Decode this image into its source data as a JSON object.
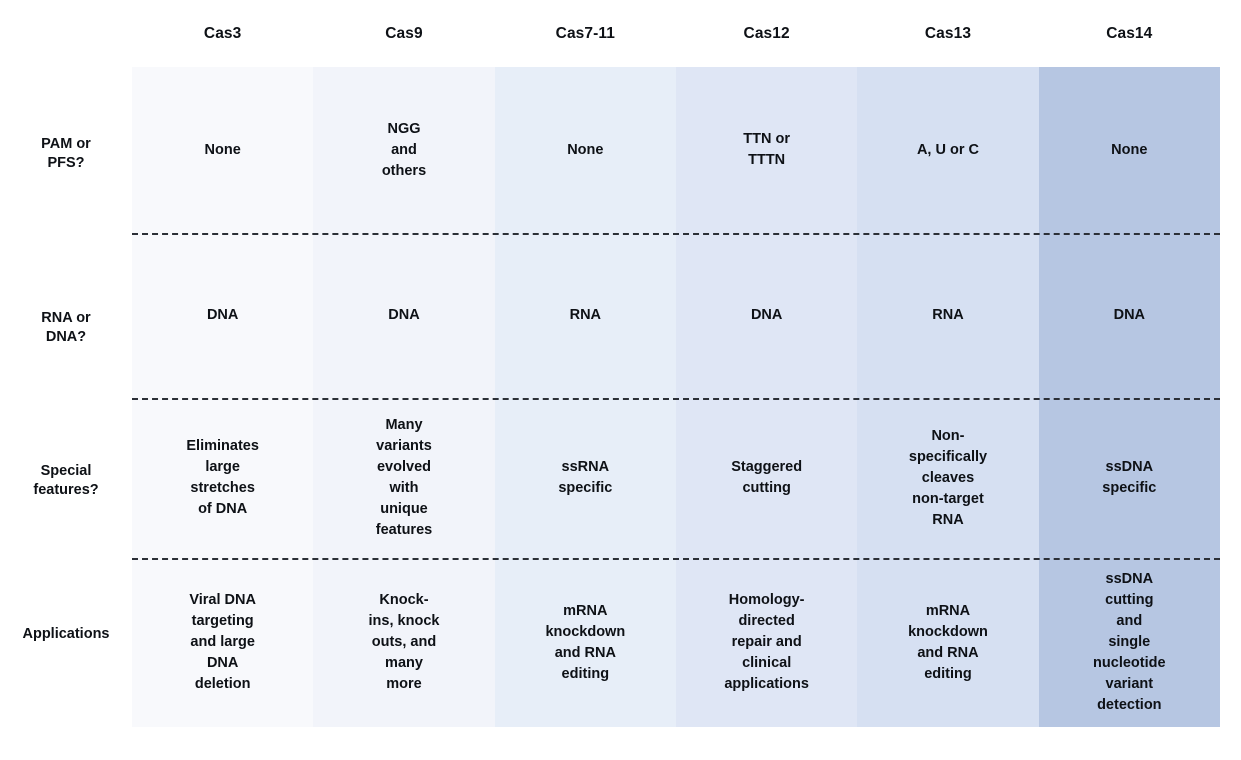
{
  "table": {
    "columns": [
      {
        "label": "Cas3",
        "color": "#f8f9fc"
      },
      {
        "label": "Cas9",
        "color": "#f2f4fa"
      },
      {
        "label": "Cas7-11",
        "color": "#e7eef8"
      },
      {
        "label": "Cas12",
        "color": "#dfe6f5"
      },
      {
        "label": "Cas13",
        "color": "#d6e0f2"
      },
      {
        "label": "Cas14",
        "color": "#b6c6e2"
      }
    ],
    "row_labels": [
      "PAM or\nPFS?",
      "RNA or\nDNA?",
      "Special\nfeatures?",
      "Applications"
    ],
    "rows": [
      {
        "label": "PAM or\nPFS?",
        "cells": [
          "None",
          "NGG\nand\nothers",
          "None",
          "TTN or\nTTTN",
          "A, U or C",
          "None"
        ]
      },
      {
        "label": "RNA or\nDNA?",
        "cells": [
          "DNA",
          "DNA",
          "RNA",
          "DNA",
          "RNA",
          "DNA"
        ]
      },
      {
        "label": "Special\nfeatures?",
        "cells": [
          "Eliminates\nlarge\nstretches\nof DNA",
          "Many\nvariants\nevolved\nwith\nunique\nfeatures",
          "ssRNA\nspecific",
          "Staggered\ncutting",
          "Non-\nspecifically\ncleaves\nnon-target\nRNA",
          "ssDNA\nspecific"
        ]
      },
      {
        "label": "Applications",
        "cells": [
          "Viral DNA\ntargeting\nand large\nDNA\ndeletion",
          "Knock-\nins, knock\nouts, and\nmany\nmore",
          "mRNA\nknockdown\nand RNA\nediting",
          "Homology-\ndirected\nrepair and\nclinical\napplications",
          "mRNA\nknockdown\nand RNA\nediting",
          "ssDNA\ncutting\nand\nsingle\nnucleotide\nvariant\ndetection"
        ]
      }
    ],
    "separator_color": "#2b2f36",
    "text_color": "#0e1116"
  }
}
